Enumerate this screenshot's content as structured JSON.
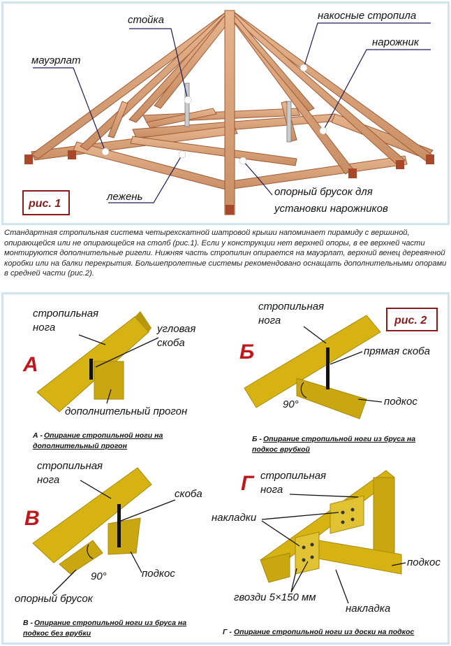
{
  "figure1": {
    "caption": "рис. 1",
    "labels": {
      "stoika": "стойка",
      "nakosnye": "накосные стропила",
      "narozhnik": "нарожник",
      "mauerlat": "мауэрлат",
      "lezhen": "лежень",
      "opornyi_line1": "опорный брусок для",
      "opornyi_line2": "установки нарожников"
    }
  },
  "description": "Стандартная стропильная система четырехскатной шатровой крыши напоминает пирамиду с вершиной, опирающейся или не опирающейся на столб (рис.1). Если у конструкции нет верхней опоры, в ее верхней части монтируются дополнительные ригели. Нижняя часть стропилин опирается на мауэрлат, верхний венец деревянной коробки или на балки перекрытия. Большепролетные системы рекомендовано оснащать дополнительными опорами в средней части (рис.2).",
  "figure2": {
    "caption": "рис. 2",
    "A": {
      "letter": "А",
      "noga_1": "стропильная",
      "noga_2": "нога",
      "skoba_1": "угловая",
      "skoba_2": "скоба",
      "progon": "дополнительный прогон",
      "cap_prefix": "А - ",
      "cap_1": "Опирание стропильной ноги на",
      "cap_2": "дополнительный прогон"
    },
    "B": {
      "letter": "Б",
      "noga_1": "стропильная",
      "noga_2": "нога",
      "skoba": "прямая скоба",
      "angle": "90°",
      "podkos": "подкос",
      "cap_prefix": "Б - ",
      "cap_1": "Опирание стропильной ноги из бруса на",
      "cap_2": "подкос врубкой"
    },
    "V": {
      "letter": "В",
      "noga_1": "стропильная",
      "noga_2": "нога",
      "skoba": "скоба",
      "angle": "90°",
      "podkos": "подкос",
      "brusok": "опорный брусок",
      "cap_prefix": "В - ",
      "cap_1": "Опирание стропильной ноги из бруса на",
      "cap_2": "подкос без врубки"
    },
    "G": {
      "letter": "Г",
      "noga_1": "стропильная",
      "noga_2": "нога",
      "nakladki": "накладки",
      "podkos": "подкос",
      "gvozdi": "гвозди 5×150 мм",
      "nakladka": "накладка",
      "cap_prefix": "Г - ",
      "cap_1": "Опирание стропильной ноги из доски на подкос"
    }
  },
  "colors": {
    "panel_border": "#cfe4ef",
    "wood": "#d9a27c",
    "wood_dark": "#b5683f",
    "wood_end": "#a8472a",
    "beam_yellow": "#d6b312",
    "beam_yellow_dark": "#a88a0a",
    "letter_red": "#c0171d",
    "caption_box": "#8b1a1a"
  }
}
